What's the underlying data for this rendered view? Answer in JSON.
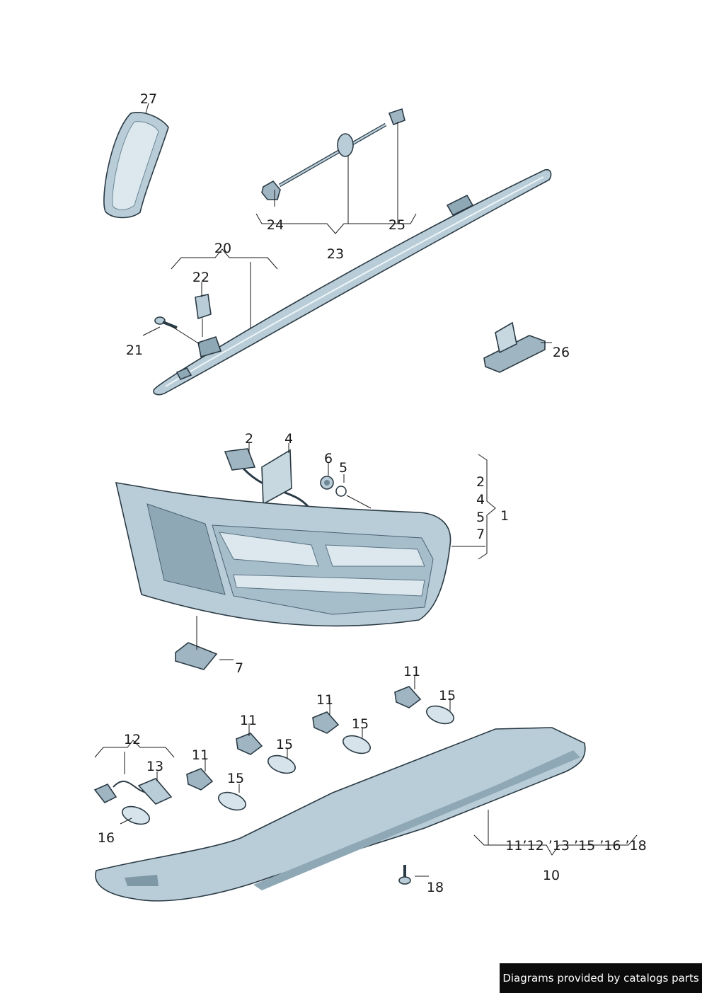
{
  "labels": {
    "l27": "27",
    "l24": "24",
    "l25": "25",
    "l23": "23",
    "l20": "20",
    "l22": "22",
    "l21": "21",
    "l26": "26",
    "l2": "2",
    "l4": "4",
    "l6": "6",
    "l5": "5",
    "g1_2": "2",
    "g1_4": "4",
    "g1_5": "5",
    "g1_7": "7",
    "l1": "1",
    "l7": "7",
    "l11a": "11",
    "l15a": "15",
    "l11b": "11",
    "l15b": "15",
    "l11c": "11",
    "l15c": "15",
    "l11d": "11",
    "l15d": "15",
    "l12": "12",
    "l13": "13",
    "l16": "16",
    "l10list": "11’12 ’13 ’15 ’16 ’18",
    "l10": "10",
    "l18": "18"
  },
  "credit": "Diagrams provided by catalogs parts",
  "colors": {
    "part_fill": "#b9cdd8",
    "part_dark": "#7f98a6",
    "part_light": "#e2ecf1",
    "outline": "#2a3a44",
    "bulb": "#d6e3ea"
  }
}
